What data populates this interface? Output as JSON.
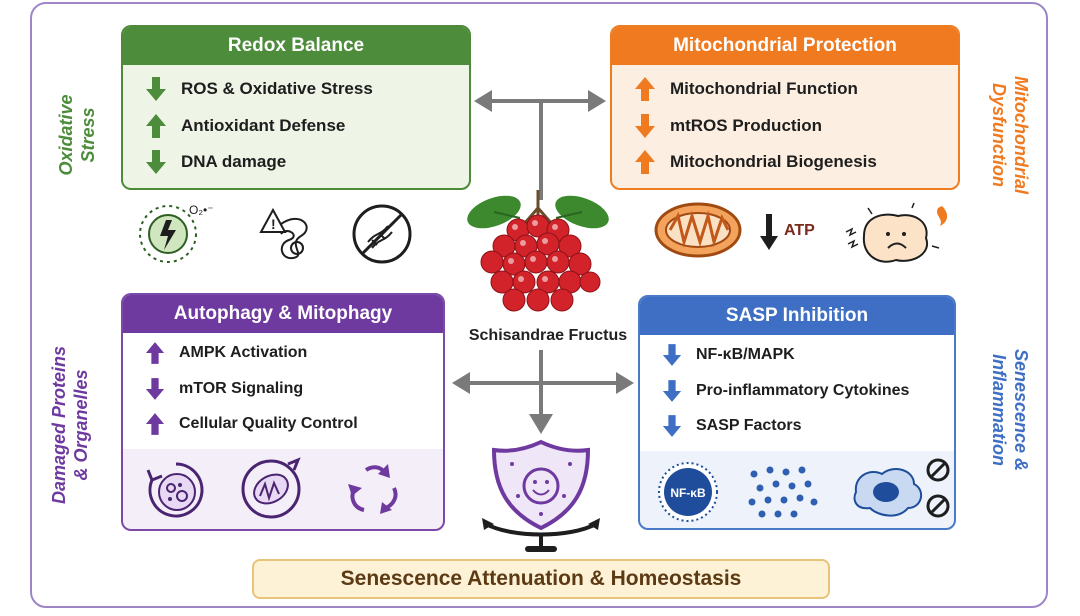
{
  "panels": {
    "redox": {
      "title": "Redox Balance",
      "items": [
        {
          "label": "ROS &  Oxidative Stress",
          "direction": "down"
        },
        {
          "label": "Antioxidant Defense",
          "direction": "up"
        },
        {
          "label": "DNA damage",
          "direction": "down"
        }
      ],
      "color": "#4c8c3a"
    },
    "mito": {
      "title": "Mitochondrial Protection",
      "items": [
        {
          "label": "Mitochondrial Function",
          "direction": "up"
        },
        {
          "label": "mtROS Production",
          "direction": "down"
        },
        {
          "label": "Mitochondrial Biogenesis",
          "direction": "up"
        }
      ],
      "color": "#ef7a1f"
    },
    "auto": {
      "title": "Autophagy & Mitophagy",
      "items": [
        {
          "label": "AMPK Activation",
          "direction": "up"
        },
        {
          "label": "mTOR Signaling",
          "direction": "down"
        },
        {
          "label": "Cellular Quality Control",
          "direction": "up"
        }
      ],
      "color": "#6f3aa0"
    },
    "sasp": {
      "title": "SASP Inhibition",
      "items": [
        {
          "label": "NF-κB/MAPK",
          "direction": "down"
        },
        {
          "label": "Pro-inflammatory Cytokines",
          "direction": "down"
        },
        {
          "label": "SASP Factors",
          "direction": "down"
        }
      ],
      "color": "#3f6fc4"
    }
  },
  "side_labels": {
    "oxidative": {
      "line1": "Oxidative",
      "line2": "Stress",
      "color": "#4c8c3a"
    },
    "mito": {
      "line1": "Mitochondrial",
      "line2": "Dysfunction",
      "color": "#ef7a1f"
    },
    "damaged": {
      "line1": "Damaged Proteins",
      "line2": "& Organelles",
      "color": "#6f3aa0"
    },
    "senescence": {
      "line1": "Senescence &",
      "line2": "Inflammation",
      "color": "#3f6fc4"
    }
  },
  "icon_labels": {
    "superoxide": "O₂•⁻",
    "atp": "ATP",
    "nfkb": "NF-κB"
  },
  "center_label": "Schisandrae Fructus",
  "bottom_label": "Senescence Attenuation & Homeostasis",
  "colors": {
    "arrow_gray": "#7a7a7a",
    "berry_red": "#d2232a",
    "leaf_green": "#3d8a2e"
  }
}
